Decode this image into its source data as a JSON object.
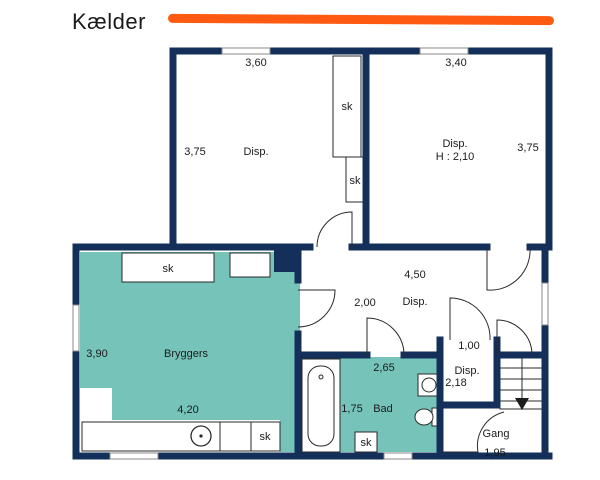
{
  "header": {
    "title": "Kælder",
    "accent_color": "#ff5a12"
  },
  "colors": {
    "wall": "#14305a",
    "wet_room": "#76c3b9",
    "fixture_line": "#2a2a2a"
  },
  "rooms": {
    "disp_left": {
      "name": "Disp.",
      "width": "3,60",
      "depth": "3,75"
    },
    "disp_right": {
      "name": "Disp.",
      "height_note": "H : 2,10",
      "width": "3,40",
      "depth": "3,75"
    },
    "disp_center": {
      "name": "Disp.",
      "width": "4,50",
      "depth": "2,00"
    },
    "bryggers": {
      "name": "Bryggers",
      "width": "4,20",
      "depth": "3,90"
    },
    "bad": {
      "name": "Bad",
      "width": "2,65",
      "depth": "1,75"
    },
    "disp_small": {
      "name": "Disp.",
      "width": "1,00",
      "depth": "2,18"
    },
    "gang": {
      "name": "Gang",
      "width": "1,95"
    }
  },
  "fixtures": {
    "sk_left_1": "sk",
    "sk_left_2": "sk",
    "sk_bryggers_top": "sk",
    "sk_bryggers_bottom": "sk",
    "sk_bad": "sk"
  }
}
